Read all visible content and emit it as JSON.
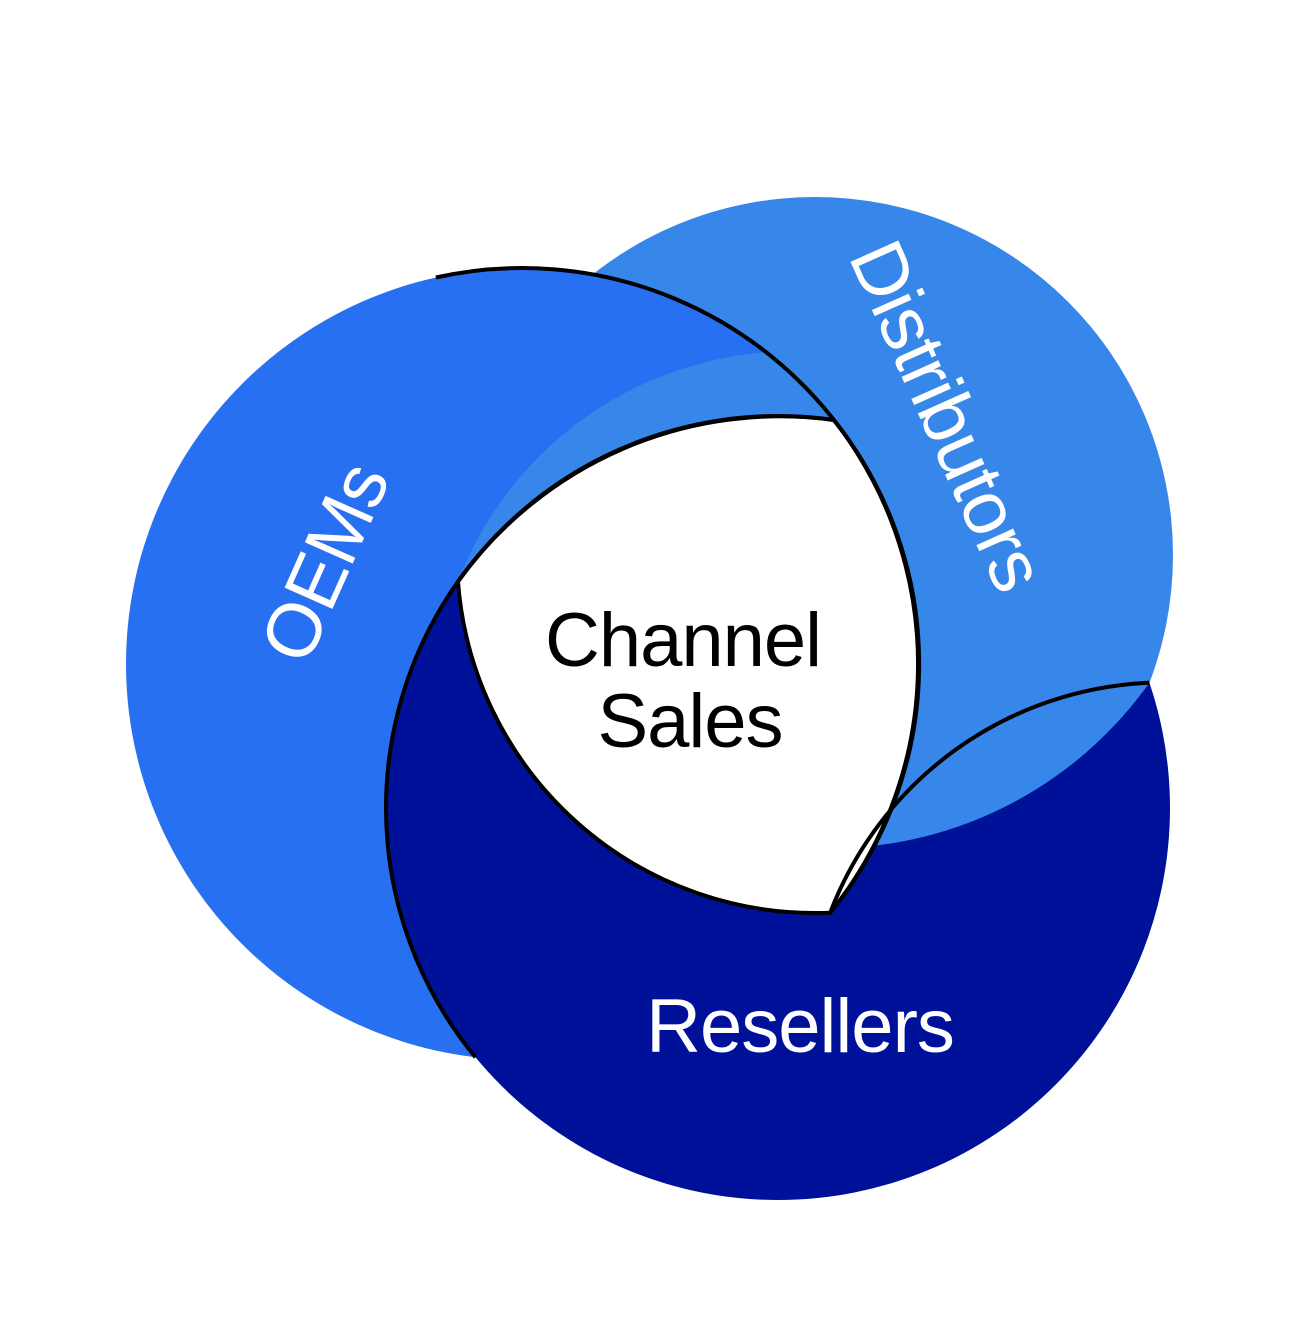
{
  "diagram": {
    "center": {
      "line1": "Channel",
      "line2": "Sales"
    },
    "segments": {
      "oems": "OEMs",
      "distributors": "Distributors",
      "resellers": "Resellers"
    },
    "colors": {
      "oems": "#2870F2",
      "distributors": "#3787EA",
      "resellers": "#001199",
      "center": "#ffffff"
    }
  }
}
